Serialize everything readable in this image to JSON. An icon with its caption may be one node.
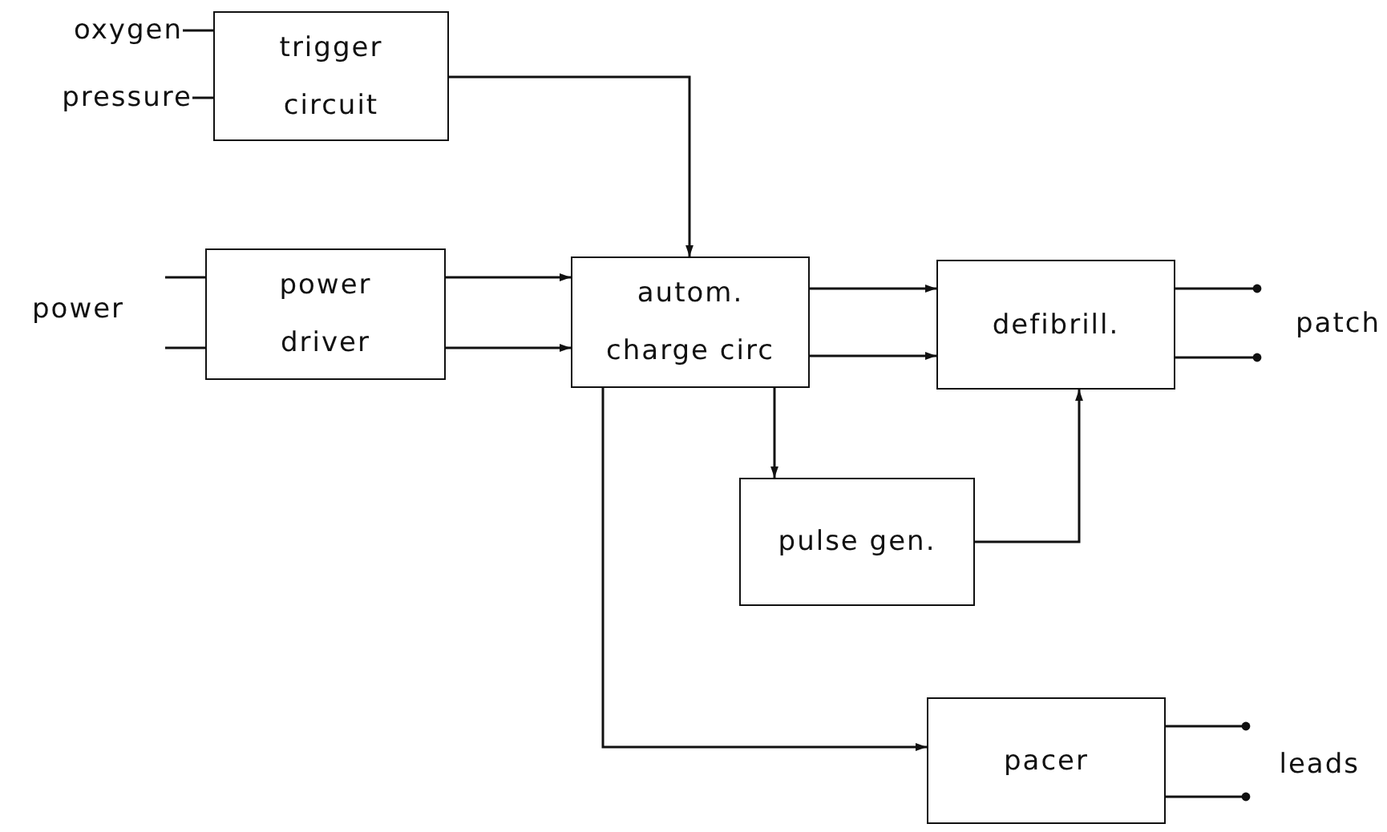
{
  "diagram": {
    "nodes": [
      {
        "text": [
          "oxygen"
        ]
      },
      {
        "text": [
          "pressure"
        ]
      },
      {
        "text": [
          "trigger circuit"
        ]
      },
      {
        "text": [
          "power"
        ]
      },
      {
        "text": [
          "power driver"
        ]
      },
      {
        "text": [
          "autom. charge circ"
        ]
      },
      {
        "text": [
          "defibrill."
        ]
      },
      {
        "text": [
          "pulse gen."
        ]
      },
      {
        "text": [
          "pacer"
        ]
      },
      {
        "text": [
          "patch"
        ]
      },
      {
        "text": [
          "leads"
        ]
      }
    ],
    "edges": [
      {
        "from": 0,
        "to": 2,
        "arrow": "none"
      },
      {
        "from": 1,
        "to": 2,
        "arrow": "none"
      },
      {
        "from": 3,
        "to": 4,
        "arrow": "none"
      },
      {
        "from": 3,
        "to": 4,
        "arrow": "none"
      },
      {
        "from": 2,
        "to": 5,
        "arrow": "to"
      },
      {
        "from": 4,
        "to": 5,
        "arrow": "to"
      },
      {
        "from": 4,
        "to": 5,
        "arrow": "to"
      },
      {
        "from": 5,
        "to": 6,
        "arrow": "to"
      },
      {
        "from": 5,
        "to": 6,
        "arrow": "to"
      },
      {
        "from": 5,
        "to": 7,
        "arrow": "to"
      },
      {
        "from": 5,
        "to": 8,
        "arrow": "to"
      },
      {
        "from": 7,
        "to": 6,
        "arrow": "to"
      },
      {
        "from": 6,
        "to": 9,
        "arrow": "other"
      },
      {
        "from": 6,
        "to": 9,
        "arrow": "other"
      },
      {
        "from": 8,
        "to": 10,
        "arrow": "other"
      },
      {
        "from": 8,
        "to": 10,
        "arrow": "other"
      }
    ]
  }
}
